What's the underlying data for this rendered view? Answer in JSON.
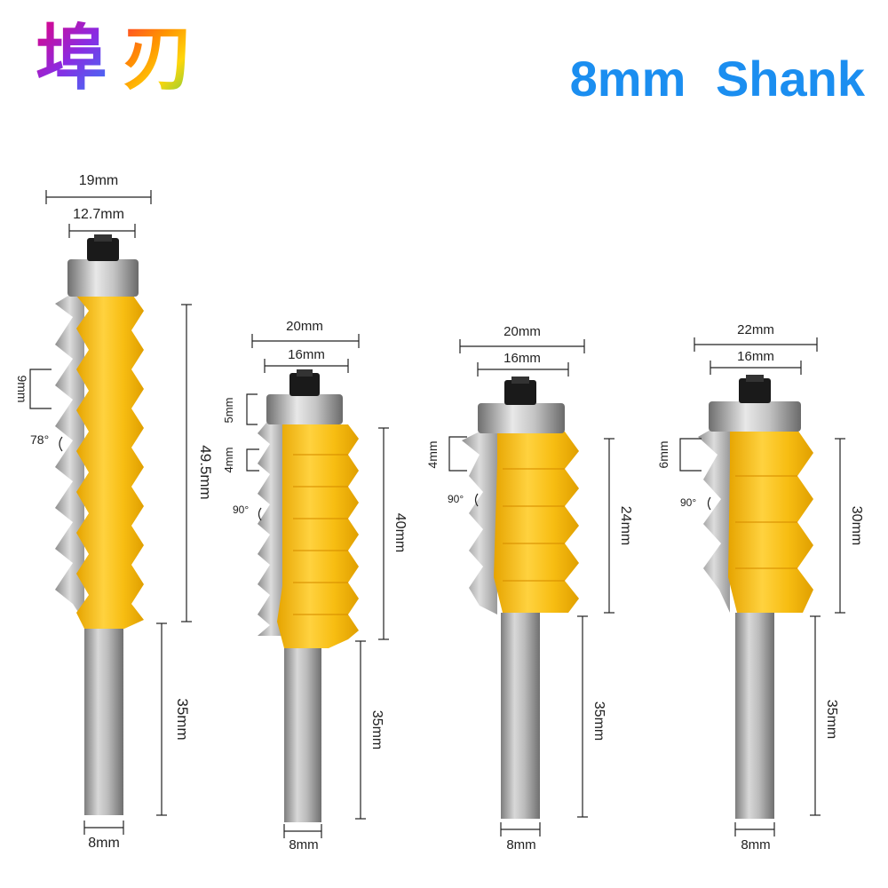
{
  "brand": {
    "char1": "埠",
    "char2": "刃"
  },
  "title": "8mm   Shank",
  "colors": {
    "blade": "#f5b800",
    "steel": "#a7a7a7",
    "title": "#1b8ef0"
  },
  "bits": [
    {
      "outer": "19mm",
      "bearing": "12.7mm",
      "pitch": "9mm",
      "angle": "78°",
      "cut_height": "49.5mm",
      "shank_length": "35mm",
      "shank_dia": "8mm"
    },
    {
      "outer": "20mm",
      "bearing": "16mm",
      "offset": "5mm",
      "pitch": "4mm",
      "angle": "90°",
      "cut_height": "40mm",
      "shank_length": "35mm",
      "shank_dia": "8mm"
    },
    {
      "outer": "20mm",
      "bearing": "16mm",
      "pitch": "4mm",
      "angle": "90°",
      "cut_height": "24mm",
      "shank_length": "35mm",
      "shank_dia": "8mm"
    },
    {
      "outer": "22mm",
      "bearing": "16mm",
      "pitch": "6mm",
      "angle": "90°",
      "cut_height": "30mm",
      "shank_length": "35mm",
      "shank_dia": "8mm"
    }
  ]
}
